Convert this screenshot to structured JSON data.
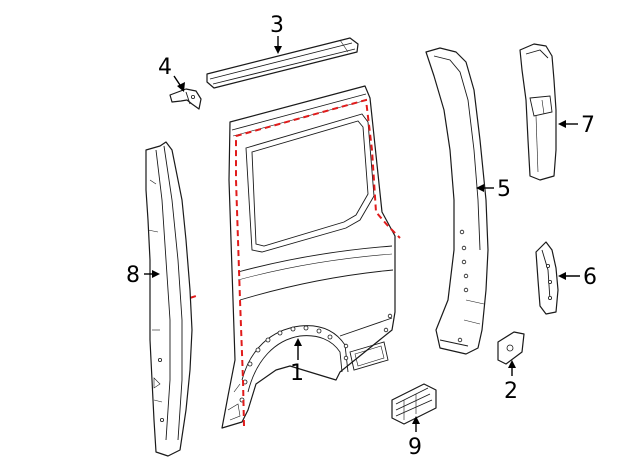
{
  "diagram": {
    "kind": "exploded parts diagram",
    "callouts": [
      {
        "id": "1",
        "label": "1"
      },
      {
        "id": "2",
        "label": "2"
      },
      {
        "id": "3",
        "label": "3"
      },
      {
        "id": "4",
        "label": "4"
      },
      {
        "id": "5",
        "label": "5"
      },
      {
        "id": "6",
        "label": "6"
      },
      {
        "id": "7",
        "label": "7"
      },
      {
        "id": "8",
        "label": "8"
      },
      {
        "id": "9",
        "label": "9"
      }
    ],
    "colors": {
      "line": "#1a1a1a",
      "highlight_dashes": "#e01b1b",
      "background": "#ffffff"
    }
  }
}
